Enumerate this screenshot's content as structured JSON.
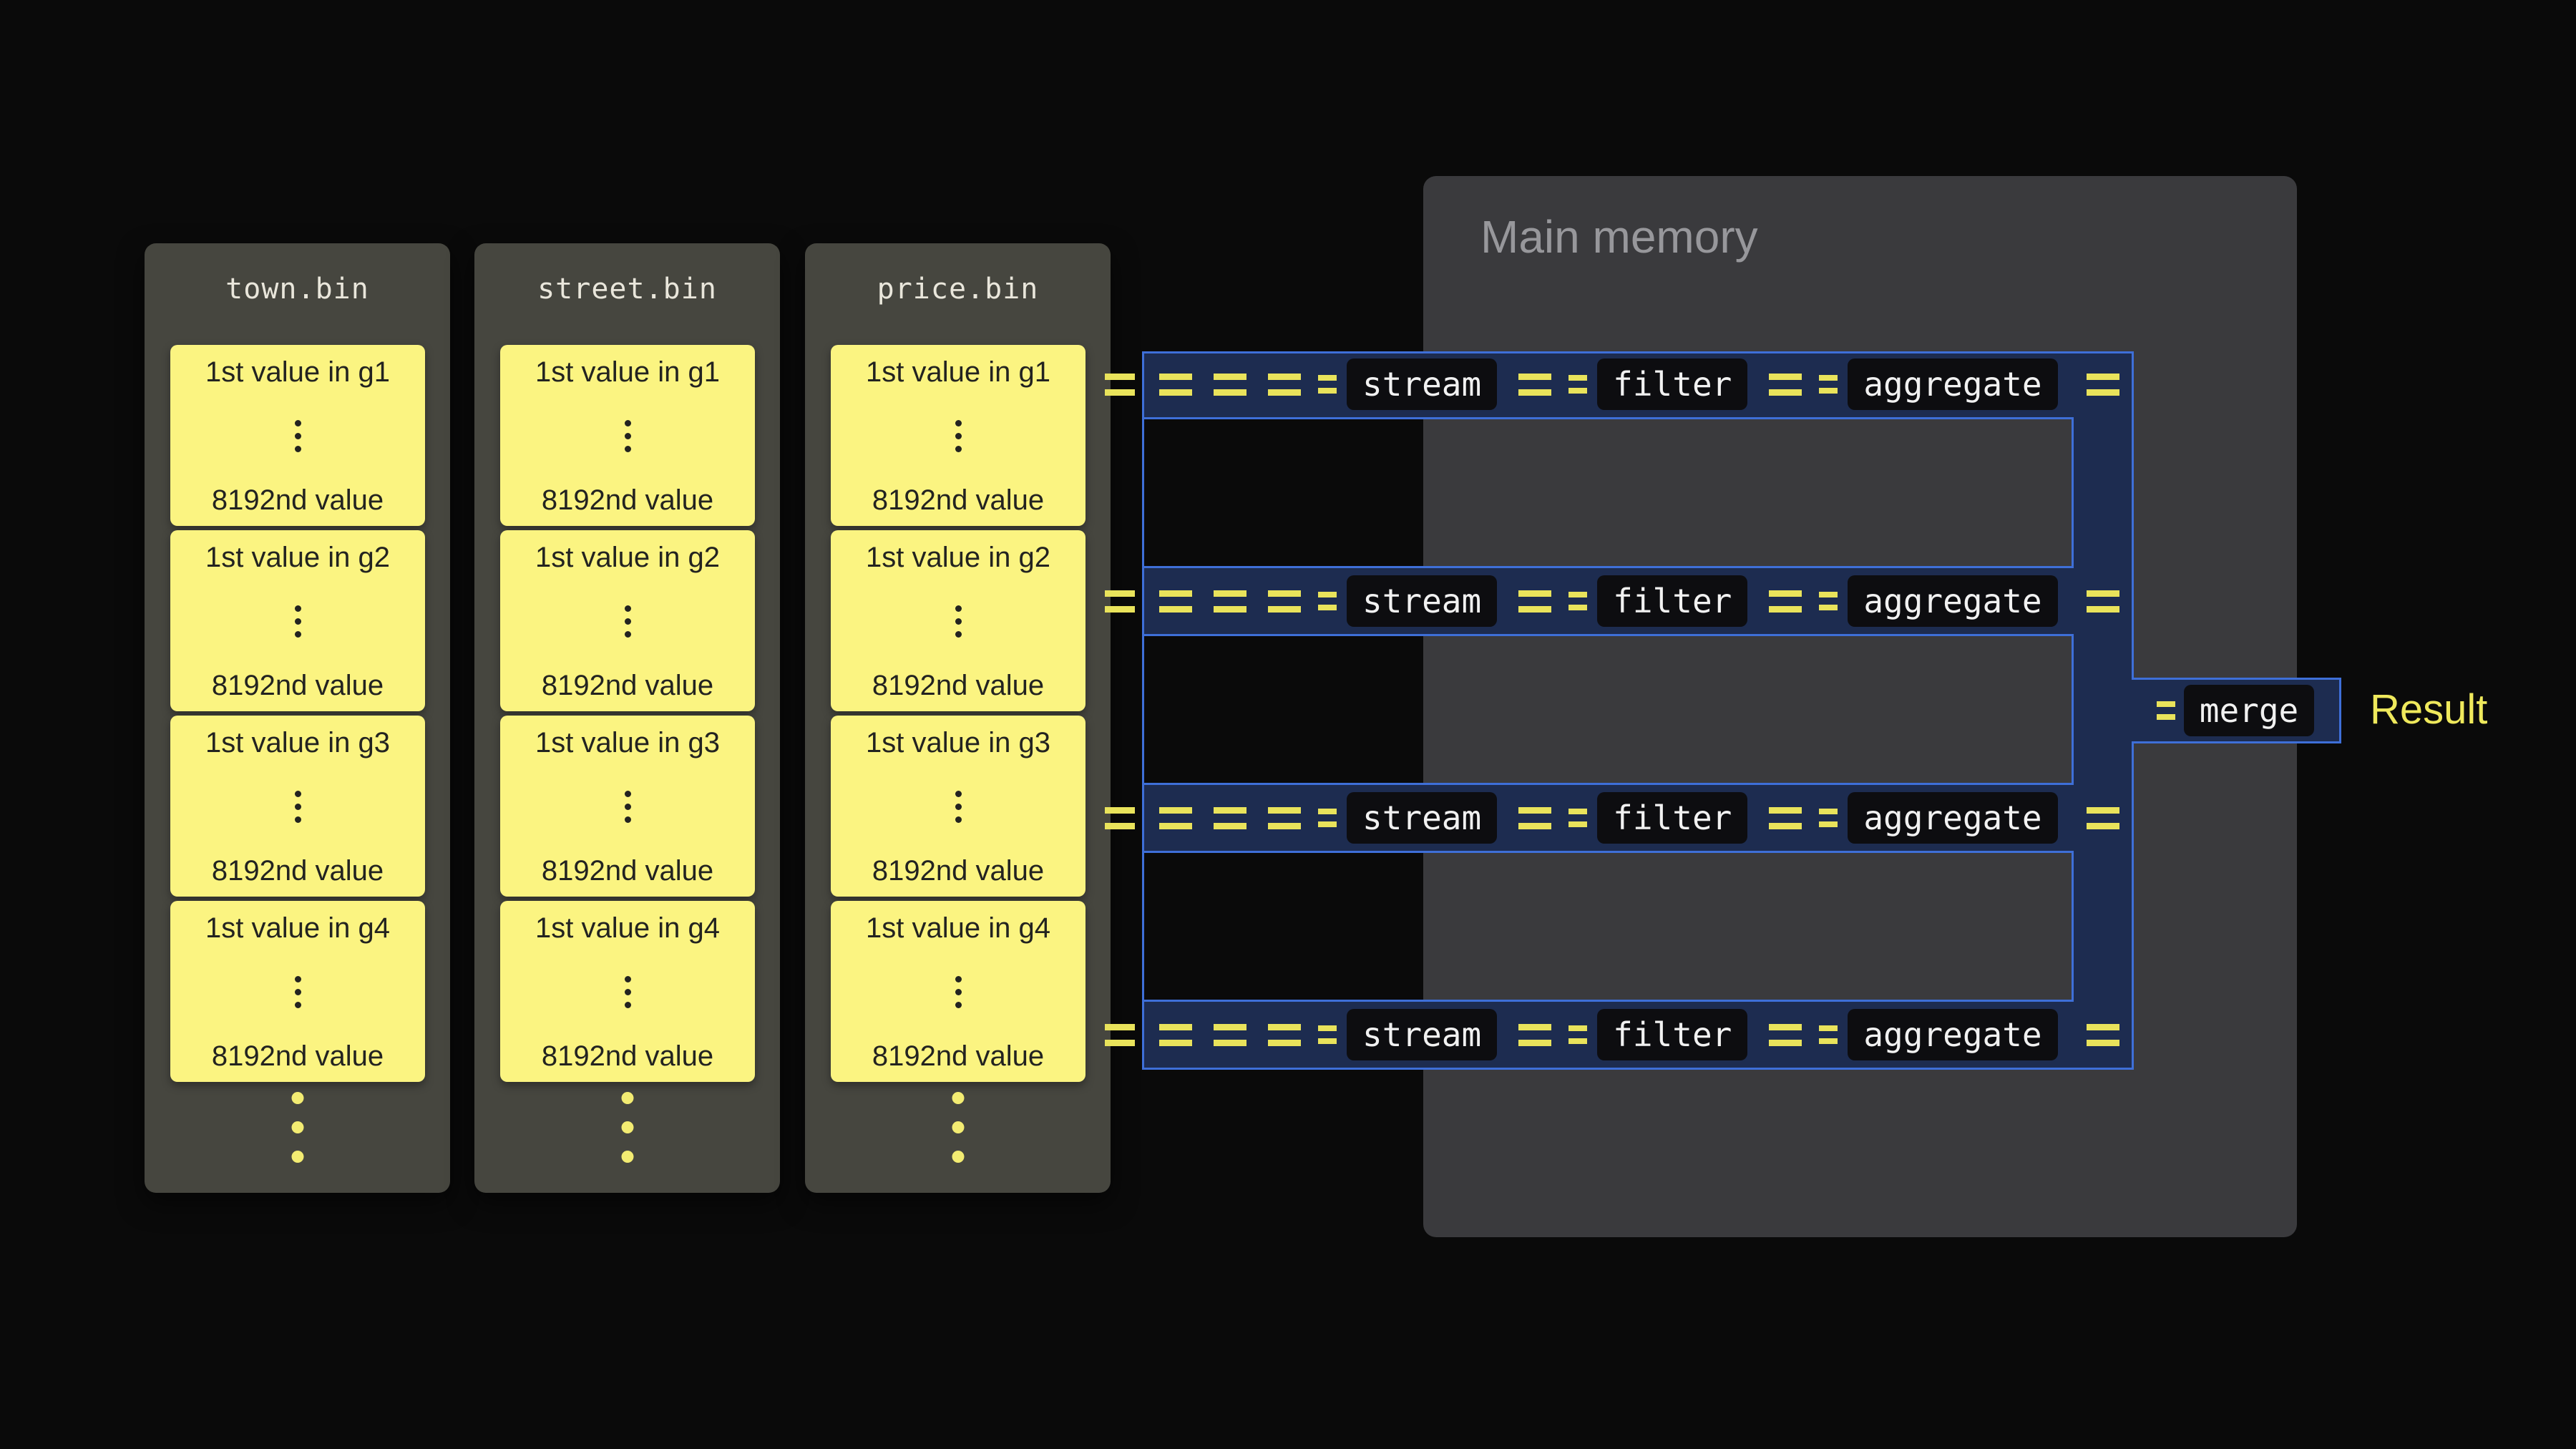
{
  "files": [
    {
      "name": "town.bin",
      "groups": [
        {
          "first": "1st value in g1",
          "last": "8192nd value"
        },
        {
          "first": "1st value in g2",
          "last": "8192nd value"
        },
        {
          "first": "1st value in g3",
          "last": "8192nd value"
        },
        {
          "first": "1st value in g4",
          "last": "8192nd value"
        }
      ]
    },
    {
      "name": "street.bin",
      "groups": [
        {
          "first": "1st value in g1",
          "last": "8192nd value"
        },
        {
          "first": "1st value in g2",
          "last": "8192nd value"
        },
        {
          "first": "1st value in g3",
          "last": "8192nd value"
        },
        {
          "first": "1st value in g4",
          "last": "8192nd value"
        }
      ]
    },
    {
      "name": "price.bin",
      "groups": [
        {
          "first": "1st value in g1",
          "last": "8192nd value"
        },
        {
          "first": "1st value in g2",
          "last": "8192nd value"
        },
        {
          "first": "1st value in g3",
          "last": "8192nd value"
        },
        {
          "first": "1st value in g4",
          "last": "8192nd value"
        }
      ]
    }
  ],
  "main_memory": {
    "title": "Main memory"
  },
  "pipeline": {
    "lane_count": 4,
    "stage_labels": {
      "stream": "stream",
      "filter": "filter",
      "aggregate": "aggregate"
    },
    "merge_label": "merge",
    "result_label": "Result"
  },
  "colors": {
    "background": "#0a0a0a",
    "file_container": "#46463f",
    "value_box": "#fbf481",
    "main_memory": "#3a3a3d",
    "pipe_fill": "#1d2c50",
    "pipe_border": "#3e6fd8",
    "dash_yellow": "#e9e35b",
    "chip_background": "#0d0d10",
    "result_text": "#efe95c"
  }
}
